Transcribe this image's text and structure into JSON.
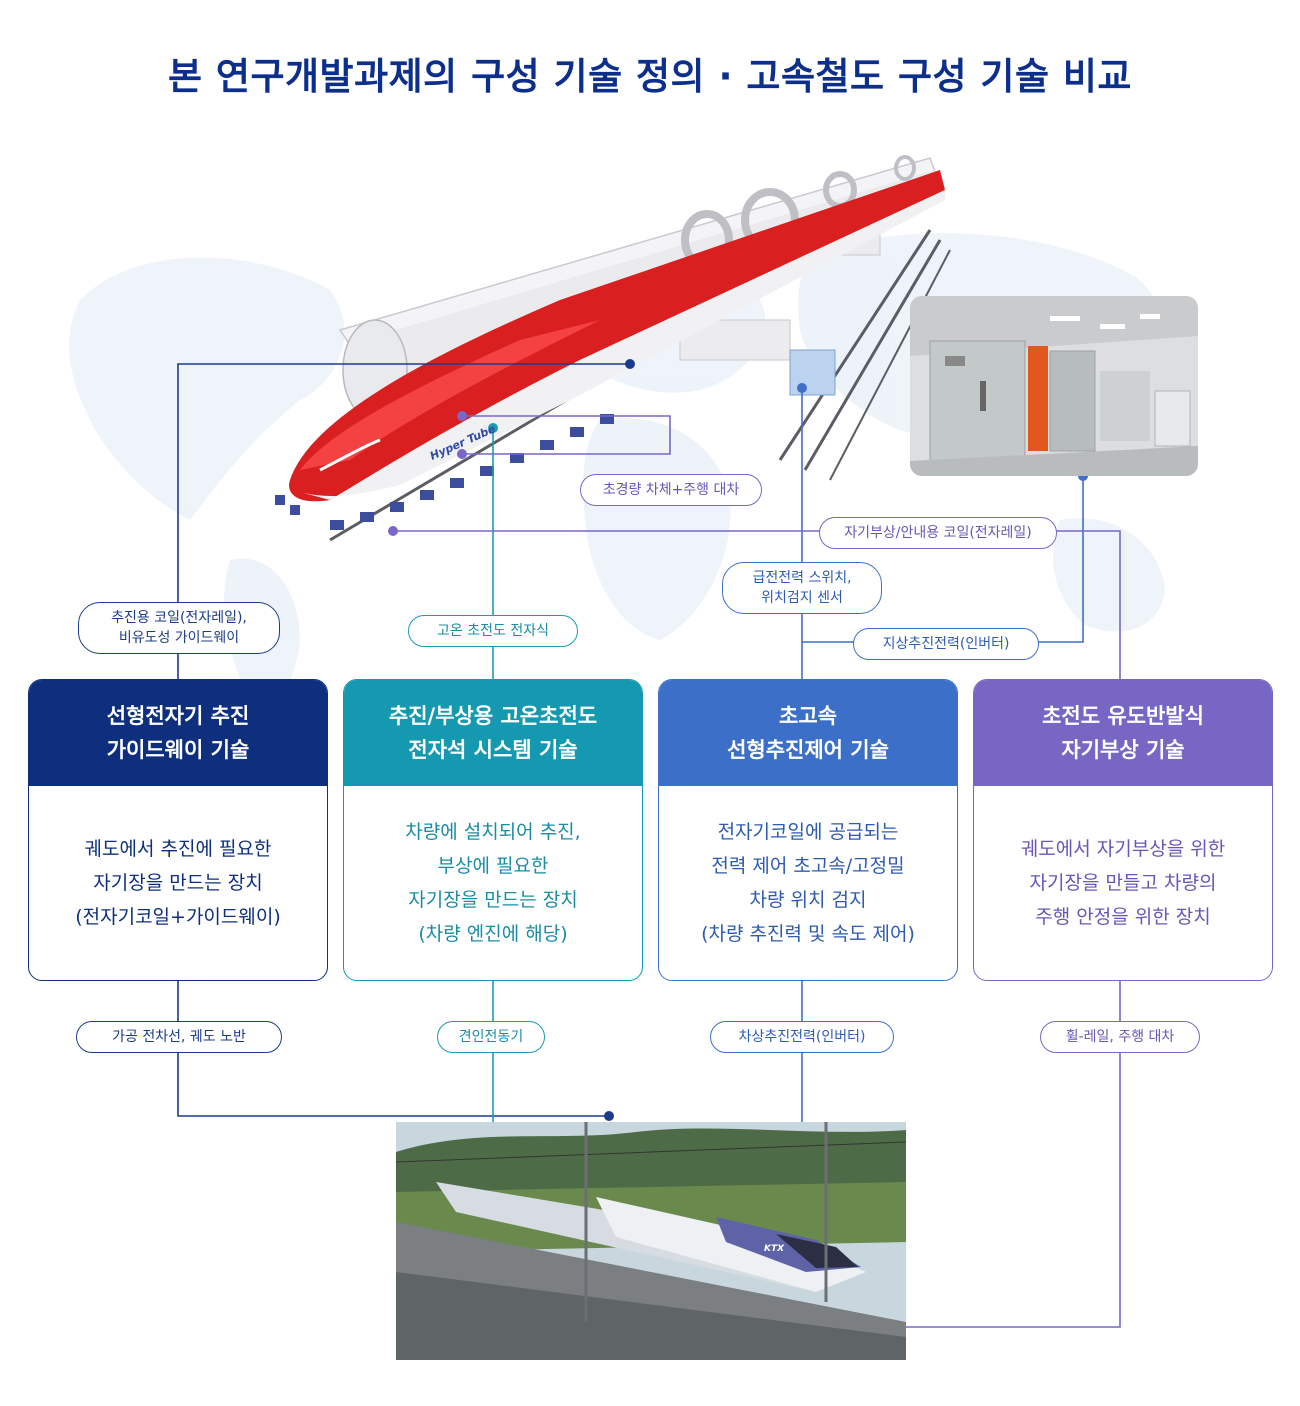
{
  "title": "본 연구개발과제의 구성 기술 정의 · 고속철도 구성 기술 비교",
  "hyper_tube_label": "Hyper Tube",
  "train_logo": "KTX",
  "labels": {
    "ultralight": "초경량 차체+주행 대차",
    "levitation_coil": "자기부상/안내용 코일(전자레일)",
    "power_switch": "급전전력 스위치,\n위치검지 센서",
    "propulsion_coil": "추진용 코일(전자레일),\n비유도성 가이드웨이",
    "hts_magnet": "고온 초전도 전자식",
    "ground_inverter": "지상추진전력(인버터)",
    "overhead_line": "가공 전차선, 궤도 노반",
    "traction_motor": "견인전동기",
    "onboard_inverter": "차상추진전력(인버터)",
    "wheel_rail": "휠-레일, 주행 대차"
  },
  "cards": [
    {
      "title": "선형전자기 추진\n가이드웨이 기술",
      "body": "궤도에서 추진에 필요한\n자기장을 만드는 장치\n(전자기코일+가이드웨이)"
    },
    {
      "title": "추진/부상용 고온초전도\n전자석 시스템 기술",
      "body": "차량에 설치되어 추진,\n부상에 필요한\n자기장을 만드는 장치\n(차량 엔진에 해당)"
    },
    {
      "title": "초고속\n선형추진제어 기술",
      "body": "전자기코일에 공급되는\n전력 제어 초고속/고정밀\n차량 위치 검지\n(차량 추진력 및 속도 제어)"
    },
    {
      "title": "초전도 유도반발식\n자기부상 기술",
      "body": "궤도에서 자기부상을 위한\n자기장을 만들고 차량의\n주행 안정을 위한 장치"
    }
  ],
  "colors": {
    "navy": "#0d2f7e",
    "teal": "#1599b0",
    "blue": "#3c70c8",
    "purple": "#7766c4"
  }
}
